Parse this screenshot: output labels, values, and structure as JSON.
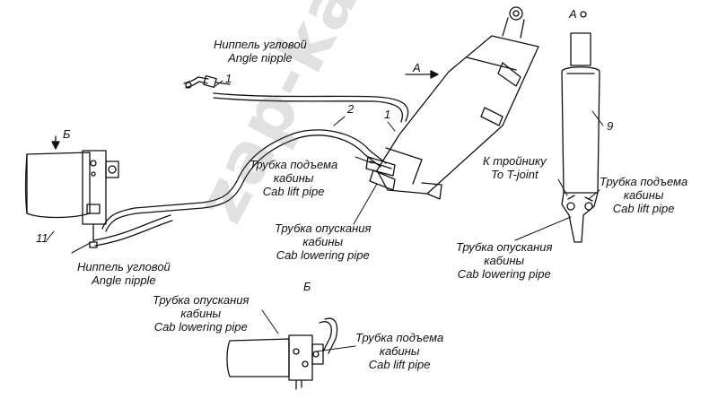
{
  "labels": {
    "nipple_top": {
      "ru": "Ниппель угловой",
      "en": "Angle nipple"
    },
    "nipple_bottom": {
      "ru": "Ниппель угловой",
      "en": "Angle nipple"
    },
    "lift_main": {
      "ru1": "Трубка подъема",
      "ru2": "кабины",
      "en": "Cab lift pipe"
    },
    "lowering_main": {
      "ru1": "Трубка опускания",
      "ru2": "кабины",
      "en": "Cab lowering pipe"
    },
    "tjoint": {
      "ru": "К тройнику",
      "en": "To T-joint"
    },
    "lift_viewA": {
      "ru1": "Трубка подъема",
      "ru2": "кабины",
      "en": "Cab lift pipe"
    },
    "lowering_viewA": {
      "ru1": "Трубка опускания",
      "ru2": "кабины",
      "en": "Cab lowering pipe"
    },
    "lowering_viewB": {
      "ru1": "Трубка опускания",
      "ru2": "кабины",
      "en": "Cab lowering pipe"
    },
    "lift_viewB": {
      "ru1": "Трубка подъема",
      "ru2": "кабины",
      "en": "Cab lift pipe"
    }
  },
  "views": {
    "arrow_a": "А",
    "arrow_b": "Б",
    "view_a": "А",
    "view_b": "Б"
  },
  "numbers": {
    "n1a": "1",
    "n1b": "1",
    "n2": "2",
    "n9": "9",
    "n11": "11"
  },
  "watermark": "zap-kamaz.ru"
}
